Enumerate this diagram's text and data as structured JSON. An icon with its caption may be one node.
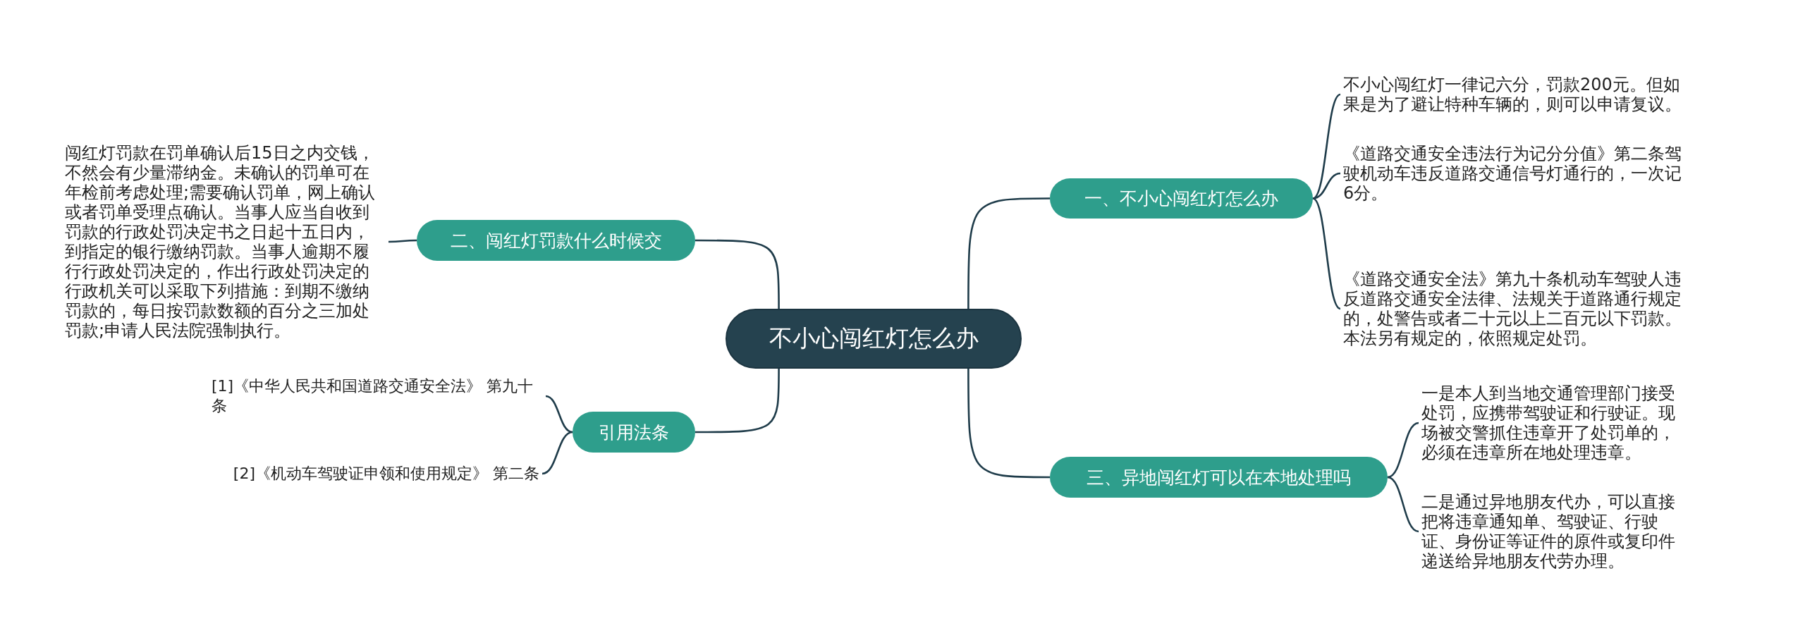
{
  "diagram": {
    "nodes": [
      {
        "text": [
          "不小心闯红灯怎么办"
        ]
      },
      {
        "text": [
          "一、不小心闯红灯怎么办"
        ]
      },
      {
        "text": [
          "不小心闯红灯一律记六分，罚款200元。但如果是为了避让特种车辆的，则可以申请复议。"
        ]
      },
      {
        "text": [
          "《道路交通安全违法行为记分分值》第二条驾驶机动车违反道路交通信号灯通行的，一次记6分。"
        ]
      },
      {
        "text": [
          "《道路交通安全法》第九十条机动车驾驶人违反道路交通安全法律、法规关于道路通行规定的，处警告或者二十元以上二百元以下罚款。本法另有规定的，依照规定处罚。"
        ]
      },
      {
        "text": [
          "二、闯红灯罚款什么时候交"
        ]
      },
      {
        "text": [
          "闯红灯罚款在罚单确认后15日之内交钱，不然会有少量滞纳金。未确认的罚单可在年检前考虑处理;需要确认罚单，网上确认或者罚单受理点确认。当事人应当自收到罚款的行政处罚决定书之日起十五日内，到指定的银行缴纳罚款。当事人逾期不履行行政处罚决定的，作出行政处罚决定的行政机关可以采取下列措施：到期不缴纳罚款的，每日按罚款数额的百分之三加处罚款;申请人民法院强制执行。"
        ]
      },
      {
        "text": [
          "三、异地闯红灯可以在本地处理吗"
        ]
      },
      {
        "text": [
          "一是本人到当地交通管理部门接受处罚，应携带驾驶证和行驶证。现场被交警抓住违章开了处罚单的，必须在违章所在地处理违章。"
        ]
      },
      {
        "text": [
          "二是通过异地朋友代办，可以直接把将违章通知单、驾驶证、行驶证、身份证等证件的原件或复印件递送给异地朋友代劳办理。"
        ]
      },
      {
        "text": [
          "引用法条"
        ]
      },
      {
        "text": [
          "[1]《中华人民共和国道路交通安全法》 第九十条"
        ]
      },
      {
        "text": [
          "[2]《机动车驾驶证申领和使用规定》 第二条"
        ]
      }
    ],
    "edges": [
      {
        "from": 0,
        "to": 1,
        "arrow": "none"
      },
      {
        "from": 1,
        "to": 2,
        "arrow": "none"
      },
      {
        "from": 1,
        "to": 3,
        "arrow": "none"
      },
      {
        "from": 1,
        "to": 4,
        "arrow": "none"
      },
      {
        "from": 0,
        "to": 5,
        "arrow": "none"
      },
      {
        "from": 5,
        "to": 6,
        "arrow": "none"
      },
      {
        "from": 0,
        "to": 7,
        "arrow": "none"
      },
      {
        "from": 7,
        "to": 8,
        "arrow": "none"
      },
      {
        "from": 7,
        "to": 9,
        "arrow": "none"
      },
      {
        "from": 0,
        "to": 10,
        "arrow": "none"
      },
      {
        "from": 10,
        "to": 11,
        "arrow": "none"
      },
      {
        "from": 10,
        "to": 12,
        "arrow": "none"
      }
    ]
  }
}
